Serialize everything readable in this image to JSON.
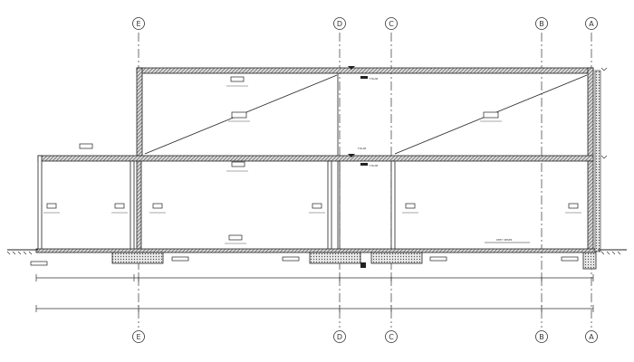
{
  "drawing": {
    "grid_axes_top": [
      "E",
      "D",
      "C",
      "B",
      "A"
    ],
    "grid_axes_bottom": [
      "E",
      "D",
      "C",
      "B",
      "A"
    ],
    "level_tags": {
      "roof_level": "T/SLAB",
      "mid_level_1": "T/SLAB",
      "mid_level_2": "T/SLAB",
      "ground_note": "DEPT. SEWER"
    },
    "colors": {
      "line": "#222222",
      "hatch": "#555555",
      "axis": "#333333",
      "label_fill": "#ffffff"
    }
  }
}
